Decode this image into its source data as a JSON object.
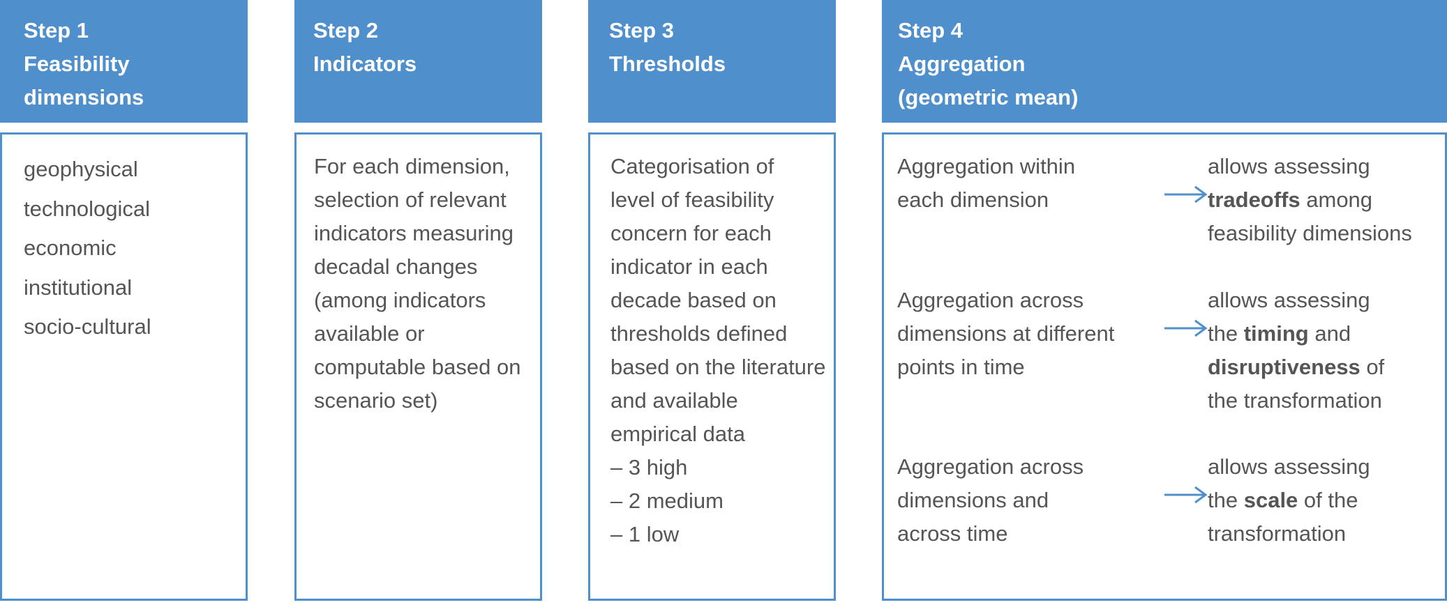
{
  "steps": [
    {
      "heading": [
        "Step 1",
        "Feasibility",
        "dimensions"
      ],
      "items": [
        "geophysical",
        "technological",
        "economic",
        "institutional",
        "socio-cultural"
      ]
    },
    {
      "heading": [
        "Step 2",
        "Indicators"
      ],
      "lines": [
        "For each dimension,",
        "selection of relevant",
        "indicators measuring",
        "decadal changes",
        "(among indicators",
        "available or",
        "computable based on",
        "scenario set)"
      ]
    },
    {
      "heading": [
        "Step 3",
        "Thresholds"
      ],
      "lines": [
        "Categorisation of",
        "level of feasibility",
        "concern for each",
        "indicator in each",
        "decade based on",
        "thresholds defined",
        "based on the literature",
        "and available",
        "empirical data",
        "– 3 high",
        "– 2 medium",
        "– 1 low"
      ]
    },
    {
      "heading": [
        "Step 4",
        "Aggregation",
        "(geometric mean)"
      ],
      "rows": [
        {
          "left": [
            "Aggregation within",
            "each dimension"
          ],
          "right": {
            "l1": "allows assessing",
            "l2_bold": "tradeoffs",
            "l2_rest": " among",
            "l3": "feasibility dimensions"
          }
        },
        {
          "left": [
            "Aggregation across",
            "dimensions at different",
            "points in time"
          ],
          "right": {
            "l1": "allows assessing",
            "l2_pre": "the ",
            "l2_bold": "timing",
            "l2_rest": " and",
            "l3_bold": "disruptiveness",
            "l3_rest": " of",
            "l4": "the transformation"
          }
        },
        {
          "left": [
            "Aggregation across",
            "dimensions and",
            "across time"
          ],
          "right": {
            "l1": "allows assessing",
            "l2_pre": "the ",
            "l2_bold": "scale",
            "l2_rest": " of the",
            "l3": "transformation"
          }
        }
      ]
    }
  ],
  "colors": {
    "header_bg": "#4f8fcc",
    "border": "#4f8fcc",
    "text": "#555555",
    "arrow": "#4f8fcc"
  }
}
